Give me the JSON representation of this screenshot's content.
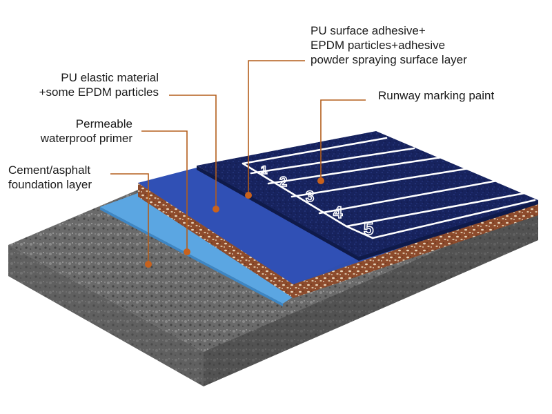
{
  "labels": {
    "surface_layer": [
      "PU surface adhesive+",
      "EPDM particles+adhesive",
      "powder spraying surface layer"
    ],
    "marking_paint": [
      "Runway marking paint"
    ],
    "pu_elastic": [
      "PU elastic material",
      "+some EPDM particles"
    ],
    "primer": [
      "Permeable",
      "waterproof primer"
    ],
    "foundation": [
      "Cement/asphalt",
      "foundation layer"
    ]
  },
  "lane_numbers": [
    "1",
    "2",
    "3",
    "4",
    "5"
  ],
  "colors": {
    "leader_line": "#b35d1a",
    "leader_dot": "#c8621d",
    "surface_blue": "#1b2a6b",
    "pu_blue": "#2f4fb0",
    "primer_blue": "#5aa4e0",
    "rubber_brown": "#8a4a2a",
    "foundation_gray": "#6b6b6b"
  }
}
